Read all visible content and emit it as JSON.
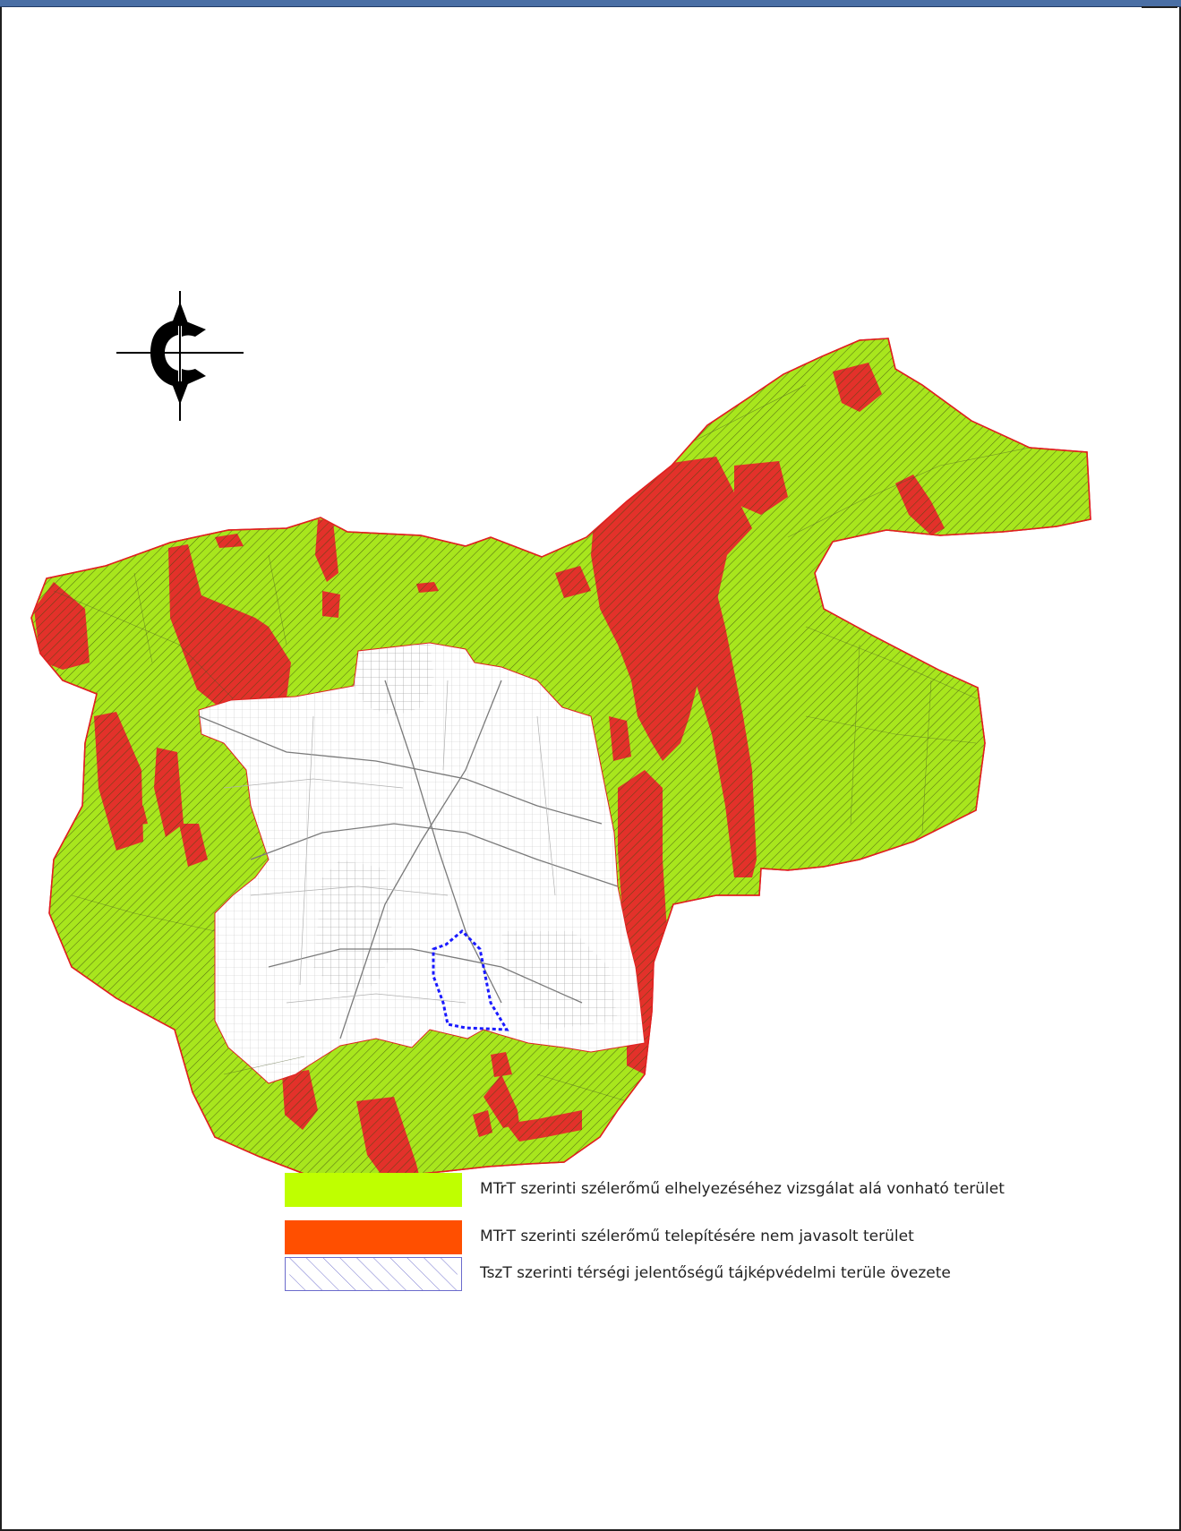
{
  "colors": {
    "investigate_area": "#bfff00",
    "not_recommended_area": "#ff4f00",
    "map_fill_green": "#a8e61d",
    "map_fill_red": "#e3312a",
    "boundary_red": "#e02020",
    "hatch_dark": "#3a4a10",
    "town_lines": "#8a8a8a",
    "study_area_outline": "#1a1aff",
    "landscape_hatch": "#6b6bcc"
  },
  "icons": {
    "north_arrow": "compass-north-icon"
  },
  "legend": {
    "items": [
      {
        "label": "MTrT szerinti szélerőmű elhelyezéséhez vizsgálat alá vonható terület",
        "swatch": "solid-green"
      },
      {
        "label": "MTrT szerinti szélerőmű telepítésére nem javasolt terület",
        "swatch": "solid-red"
      },
      {
        "label": "TszT szerinti térségi jelentőségű tájképvédelmi terüle övezete",
        "swatch": "blue-hatch"
      }
    ]
  }
}
